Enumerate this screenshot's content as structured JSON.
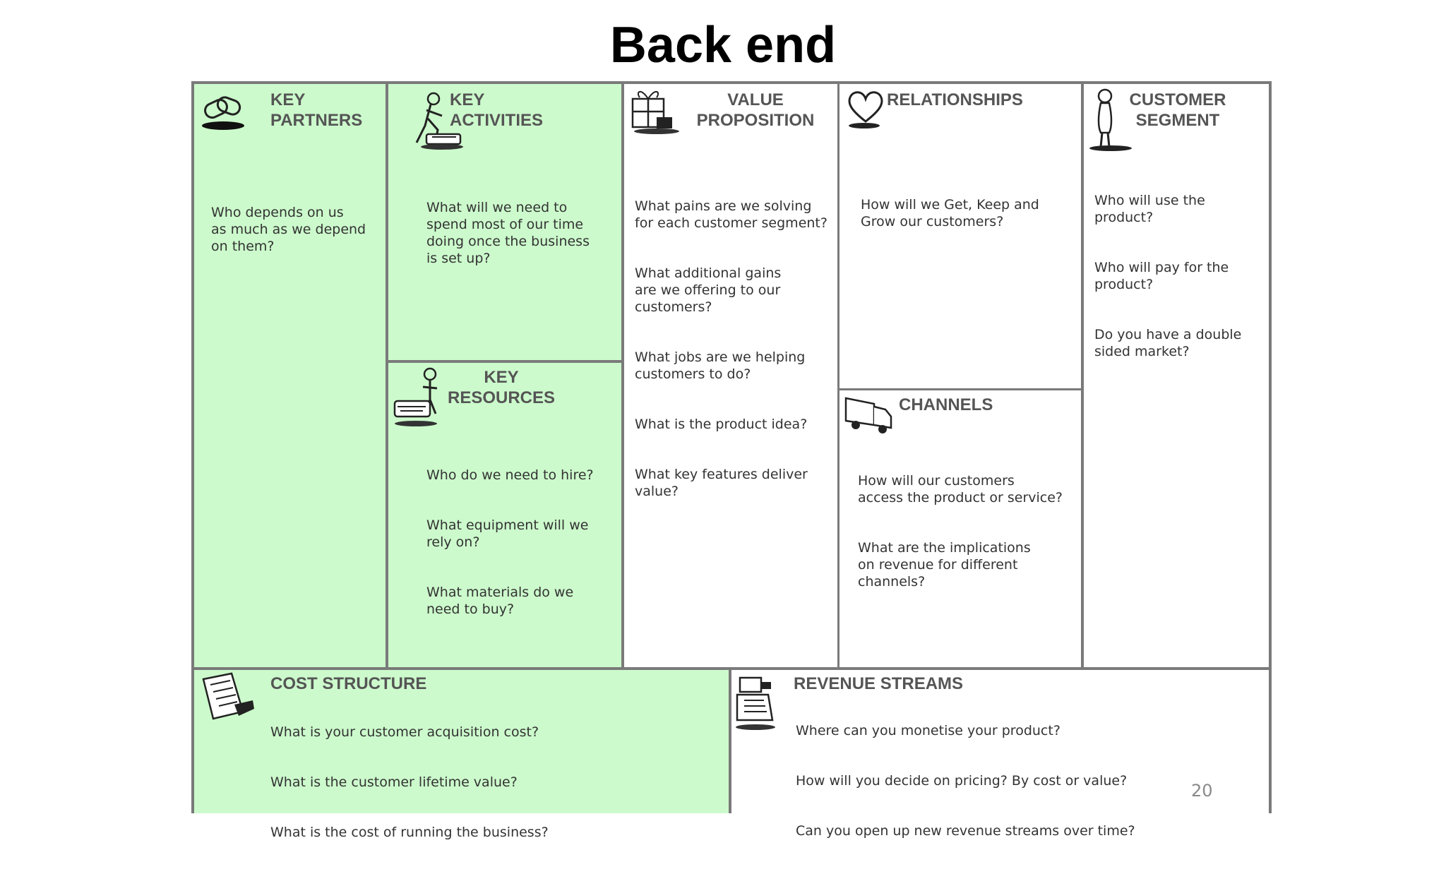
{
  "title": "Back end",
  "page_number": "20",
  "colors": {
    "green": "#ccfacc",
    "border": "#7a7a7a",
    "heading": "#555555",
    "text": "#333333"
  },
  "canvas": {
    "key_partners": {
      "heading": "KEY\nPARTNERS",
      "icon": "chain-links-icon",
      "questions": [
        "Who depends on us\nas much as we depend\non them?"
      ]
    },
    "key_activities": {
      "heading": "KEY\nACTIVITIES",
      "icon": "worker-activity-icon",
      "questions": [
        "What will we need to\nspend most of our time\ndoing once the business\nis set up?"
      ]
    },
    "key_resources": {
      "heading": "KEY\nRESOURCES",
      "icon": "worker-resources-icon",
      "questions": [
        "Who do we need to hire?",
        "What equipment will we\nrely on?",
        "What materials do we\nneed to buy?"
      ]
    },
    "value_proposition": {
      "heading": "VALUE\nPROPOSITION",
      "icon": "gift-box-icon",
      "questions": [
        "What pains are we solving\nfor each customer segment?",
        "What additional gains\nare we offering to our\ncustomers?",
        "What jobs are we helping\ncustomers to do?",
        "What is the product idea?",
        "What key features deliver\nvalue?"
      ]
    },
    "relationships": {
      "heading": "RELATIONSHIPS",
      "icon": "heart-icon",
      "questions": [
        "How will we Get, Keep and\nGrow our customers?"
      ]
    },
    "channels": {
      "heading": "CHANNELS",
      "icon": "delivery-truck-icon",
      "questions": [
        "How will our customers\naccess the product or service?",
        "What are the implications\non revenue for different\nchannels?"
      ]
    },
    "customer_segment": {
      "heading": "CUSTOMER\nSEGMENT",
      "icon": "person-icon",
      "questions": [
        "Who will use the\nproduct?",
        "Who will pay for the\nproduct?",
        "Do you have a double\nsided market?"
      ]
    },
    "cost_structure": {
      "heading": "COST STRUCTURE",
      "icon": "receipt-icon",
      "questions": [
        "What is your customer acquisition cost?",
        "What is the customer lifetime value?",
        "What is the cost of running the business?"
      ]
    },
    "revenue_streams": {
      "heading": "REVENUE STREAMS",
      "icon": "cash-register-icon",
      "questions": [
        "Where can you monetise your product?",
        "How will you decide on pricing? By cost or value?",
        "Can you open up new revenue streams over time?"
      ]
    }
  }
}
